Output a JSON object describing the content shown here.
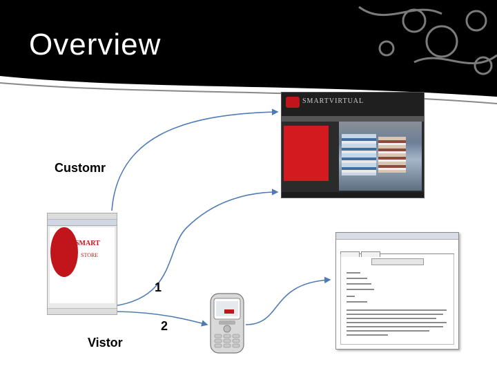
{
  "slide": {
    "title": "Overview"
  },
  "labels": {
    "customer": "Customr",
    "visitor": "Vistor",
    "step1": "1",
    "step2": "2"
  },
  "colors": {
    "banner": "#000000",
    "title": "#ffffff",
    "connector": "#4f7bb5",
    "brand_red": "#c0161b"
  },
  "icons": {
    "web_store_screenshot": "web-store-screenshot",
    "mobile_app_screenshot": "mobile-app-screenshot",
    "phone": "nokia-phone-icon",
    "admin_screenshot": "admin-window-screenshot"
  }
}
